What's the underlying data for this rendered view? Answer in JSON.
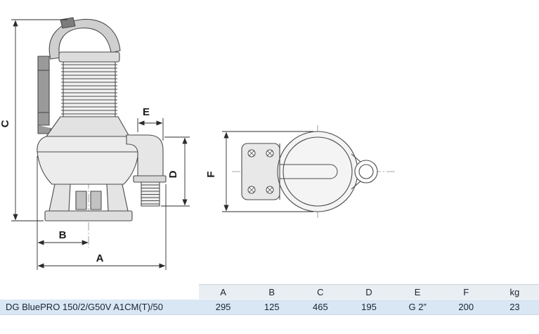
{
  "diagram": {
    "dim_labels": {
      "A": "A",
      "B": "B",
      "C": "C",
      "D": "D",
      "E": "E",
      "F": "F"
    }
  },
  "table": {
    "headers": [
      "A",
      "B",
      "C",
      "D",
      "E",
      "F",
      "kg"
    ],
    "row": {
      "model": "DG BluePRO 150/2/G50V A1CM(T)/50",
      "values": [
        "295",
        "125",
        "465",
        "195",
        "G 2”",
        "200",
        "23"
      ]
    }
  },
  "colors": {
    "table_header_bg": "#e9eef3",
    "table_row_bg": "#d9e7f4",
    "line": "#4a4a4a"
  }
}
